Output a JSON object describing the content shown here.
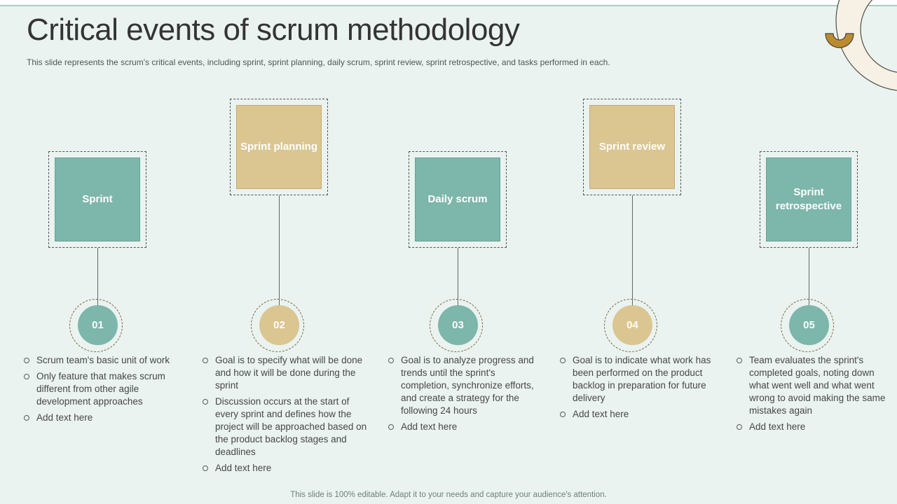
{
  "slide": {
    "title": "Critical events of scrum methodology",
    "subtitle": "This slide represents the scrum's critical events, including sprint, sprint planning, daily scrum, sprint review, sprint retrospective, and tasks performed in each.",
    "footer": "This slide is 100% editable. Adapt it to your needs and capture your audience's attention."
  },
  "colors": {
    "teal": "#7db6ab",
    "tan": "#dbc591",
    "background": "#eaf3ef",
    "cream": "#f7f1e5",
    "gold": "#bb8c2f",
    "accentline": "#a5cdc6"
  },
  "events": [
    {
      "label": "Sprint",
      "number": "01",
      "bullets": [
        "Scrum team's basic unit of work",
        "Only feature that makes scrum different from other agile development approaches",
        "Add text here"
      ]
    },
    {
      "label": "Sprint planning",
      "number": "02",
      "bullets": [
        "Goal is to specify what will be done and how it will be done during the sprint",
        "Discussion occurs at the start of every sprint and defines how the project will be approached based on the product backlog stages and deadlines",
        "Add text here"
      ]
    },
    {
      "label": "Daily scrum",
      "number": "03",
      "bullets": [
        "Goal is to analyze progress and trends until the sprint's completion, synchronize efforts, and create a strategy for the following 24 hours",
        "Add text here"
      ]
    },
    {
      "label": "Sprint review",
      "number": "04",
      "bullets": [
        "Goal is to indicate what work has been performed on the product backlog in preparation for future delivery",
        "Add text here"
      ]
    },
    {
      "label": "Sprint retrospective",
      "number": "05",
      "bullets": [
        "Team evaluates the sprint's completed goals, noting down what went well and what went wrong to avoid making the same mistakes again",
        "Add text here"
      ]
    }
  ]
}
